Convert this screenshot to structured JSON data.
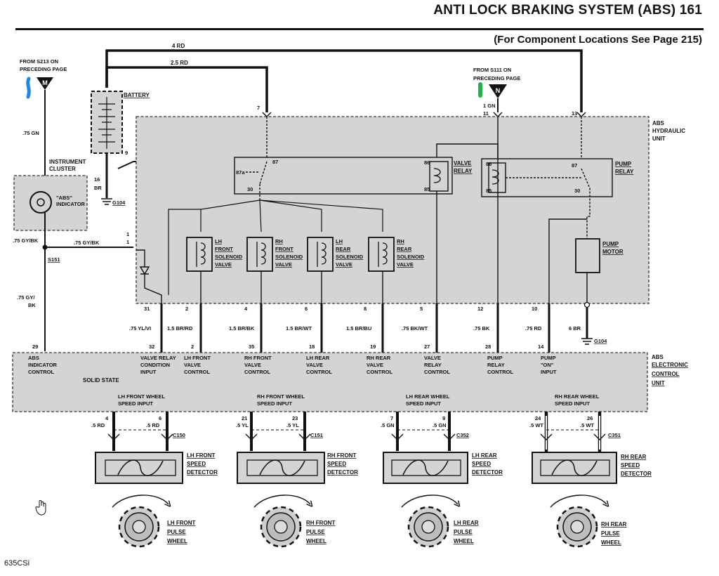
{
  "header": {
    "title": "ANTI LOCK BRAKING SYSTEM (ABS)   161",
    "subtitle": "(For Component Locations See Page 215)"
  },
  "footer": {
    "model": "635CSi"
  },
  "from_notes": {
    "s213": [
      "FROM S213 ON",
      "PRECEDING PAGE"
    ],
    "s111": [
      "FROM S111 ON",
      "PRECEDING PAGE"
    ],
    "m_tag": "M",
    "n_tag": "N"
  },
  "wires": {
    "w4rd": "4 RD",
    "w25rd": "2.5 RD",
    "w75gn": ".75 GN",
    "w1gn": "1 GN",
    "w75gybk_a": ".75 GY/BK",
    "w75gybk_b": ".75 GY/BK",
    "w75gybk_c": [
      ".75 GY/",
      "BK"
    ],
    "bottom": [
      ".75 YL/VI",
      "1.5 BR/RD",
      "1.5 BR/BK",
      "1.5 BR/WT",
      "1.5 BR/BU",
      ".75 BK/WT",
      ".75 BK",
      ".75 RD",
      "6 BR"
    ],
    "sensor": [
      ".5 RD",
      ".5 RD",
      ".5 YL",
      ".5 YL",
      ".5 GN",
      ".5 GN",
      ".5 WT",
      ".5 WT"
    ]
  },
  "components": {
    "battery": "BATTERY",
    "instrument_cluster": [
      "INSTRUMENT",
      "CLUSTER"
    ],
    "abs_indicator": [
      "\"ABS\"",
      "INDICATOR"
    ],
    "splice": "S151",
    "g104": "G104",
    "g104b": "G104",
    "hydraulic_unit": [
      "ABS",
      "HYDRAULIC",
      "UNIT"
    ],
    "electronic_unit": [
      "ABS",
      "ELECTRONIC",
      "CONTROL",
      "UNIT"
    ],
    "valve_relay": [
      "VALVE",
      "RELAY"
    ],
    "pump_relay": [
      "PUMP",
      "RELAY"
    ],
    "pump_motor": [
      "PUMP",
      "MOTOR"
    ],
    "solenoids": [
      [
        "LH",
        "FRONT",
        "SOLENOID",
        "VALVE"
      ],
      [
        "RH",
        "FRONT",
        "SOLENOID",
        "VALVE"
      ],
      [
        "LH",
        "REAR",
        "SOLENOID",
        "VALVE"
      ],
      [
        "RH",
        "REAR",
        "SOLENOID",
        "VALVE"
      ]
    ],
    "solid_state": "SOLID STATE",
    "relay_pins": [
      "87",
      "87a",
      "30",
      "86",
      "85",
      "86",
      "85",
      "87",
      "30"
    ]
  },
  "connector_pins": {
    "top": [
      "7",
      "11",
      "13",
      "9",
      "16",
      "1",
      "1"
    ],
    "hydraulic_bottom": [
      "31",
      "2",
      "4",
      "6",
      "8",
      "5",
      "12",
      "10"
    ],
    "ecu_top": [
      "29",
      "32",
      "2",
      "35",
      "18",
      "19",
      "27",
      "28",
      "14"
    ],
    "sensor_top": [
      "4",
      "6",
      "21",
      "23",
      "7",
      "9",
      "24",
      "26"
    ],
    "s151_pin": "BR"
  },
  "ecu_pins": [
    [
      "ABS",
      "INDICATOR",
      "CONTROL"
    ],
    [
      "VALVE RELAY",
      "CONDITION",
      "INPUT"
    ],
    [
      "LH FRONT",
      "VALVE",
      "CONTROL"
    ],
    [
      "RH FRONT",
      "VALVE",
      "CONTROL"
    ],
    [
      "LH REAR",
      "VALVE",
      "CONTROL"
    ],
    [
      "RH REAR",
      "VALVE",
      "CONTROL"
    ],
    [
      "VALVE",
      "RELAY",
      "CONTROL"
    ],
    [
      "PUMP",
      "RELAY",
      "CONTROL"
    ],
    [
      "PUMP",
      "\"ON\"",
      "INPUT"
    ]
  ],
  "wheel_speed_inputs": [
    [
      "LH FRONT WHEEL",
      "SPEED INPUT"
    ],
    [
      "RH FRONT WHEEL",
      "SPEED INPUT"
    ],
    [
      "LH REAR WHEEL",
      "SPEED INPUT"
    ],
    [
      "RH REAR WHEEL",
      "SPEED INPUT"
    ]
  ],
  "connectors": [
    "C150",
    "C151",
    "C352",
    "C351"
  ],
  "speed_detectors": [
    [
      "LH FRONT",
      "SPEED",
      "DETECTOR"
    ],
    [
      "RH FRONT",
      "SPEED",
      "DETECTOR"
    ],
    [
      "LH REAR",
      "SPEED",
      "DETECTOR"
    ],
    [
      "RH REAR",
      "SPEED",
      "DETECTOR"
    ]
  ],
  "pulse_wheels": [
    [
      "LH FRONT",
      "PULSE",
      "WHEEL"
    ],
    [
      "RH FRONT",
      "PULSE",
      "WHEEL"
    ],
    [
      "LH REAR",
      "PULSE",
      "WHEEL"
    ],
    [
      "RH REAR",
      "PULSE",
      "WHEEL"
    ]
  ],
  "colors": {
    "ink": "#111111",
    "shade": "#d4d4d4",
    "marker_blue": "#1e88e5",
    "marker_green": "#22b24c"
  }
}
